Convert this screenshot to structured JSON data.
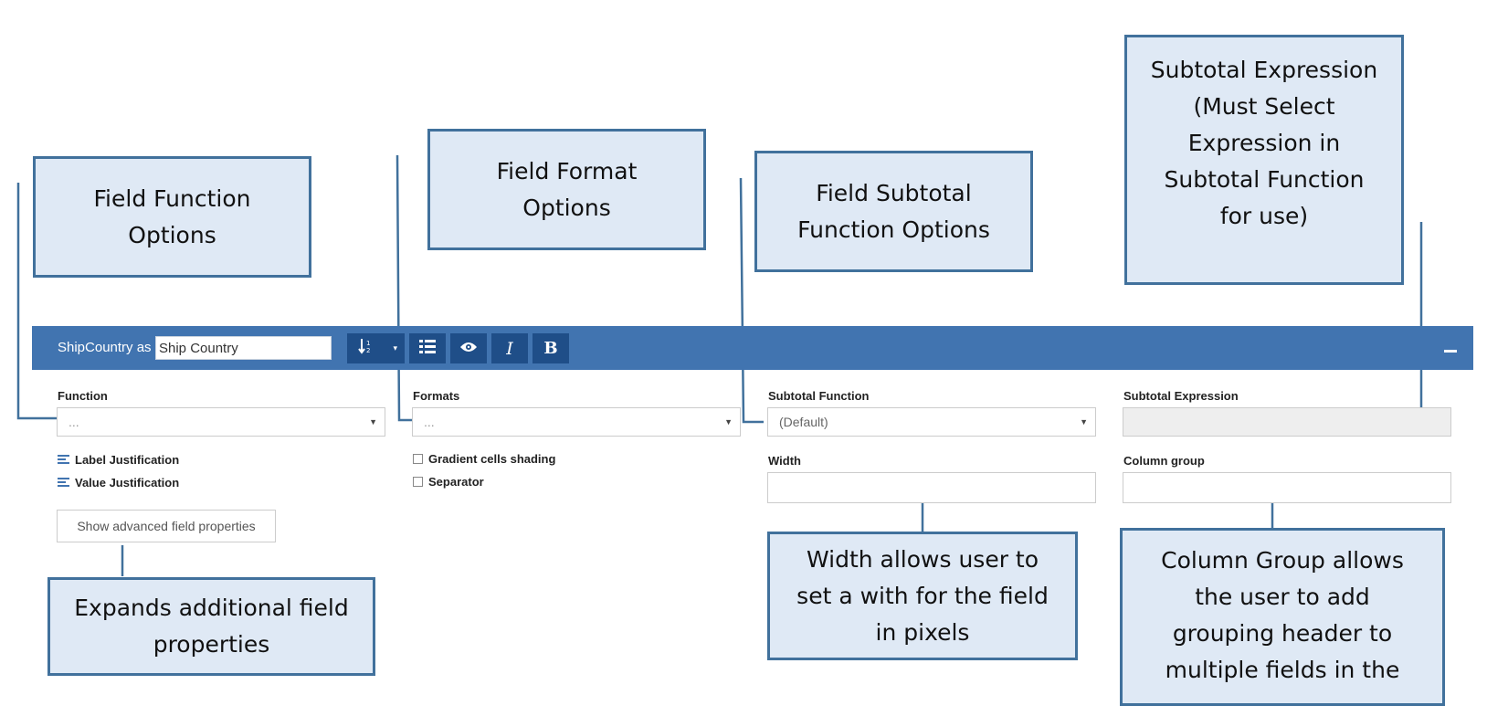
{
  "callouts": {
    "field_function": "Field Function\nOptions",
    "field_format": "Field Format\nOptions",
    "field_subtotal": "Field Subtotal\nFunction Options",
    "subtotal_expression": "Subtotal Expression\n(Must Select\nExpression in\nSubtotal Function\nfor use)",
    "expands": "Expands additional field\nproperties",
    "width": "Width allows user to\nset a with for the field\nin pixels",
    "column_group": "Column Group allows\nthe user to add\ngrouping header to\nmultiple fields in the"
  },
  "toolbar": {
    "field_name": "ShipCountry as",
    "alias_value": "Ship Country",
    "buttons": [
      "sort-icon",
      "dropdown-caret-icon",
      "list-icon",
      "eye-icon",
      "italic-icon",
      "bold-icon"
    ],
    "italic_label": "I",
    "bold_label": "B",
    "accent_color": "#4174b0"
  },
  "form": {
    "function_label": "Function",
    "function_value": "...",
    "formats_label": "Formats",
    "formats_value": "...",
    "subtotal_function_label": "Subtotal Function",
    "subtotal_function_value": "(Default)",
    "subtotal_expression_label": "Subtotal Expression",
    "label_justification": "Label Justification",
    "value_justification": "Value Justification",
    "gradient_cells_shading": "Gradient cells shading",
    "separator": "Separator",
    "width_label": "Width",
    "column_group_label": "Column group",
    "show_advanced": "Show advanced field properties"
  }
}
